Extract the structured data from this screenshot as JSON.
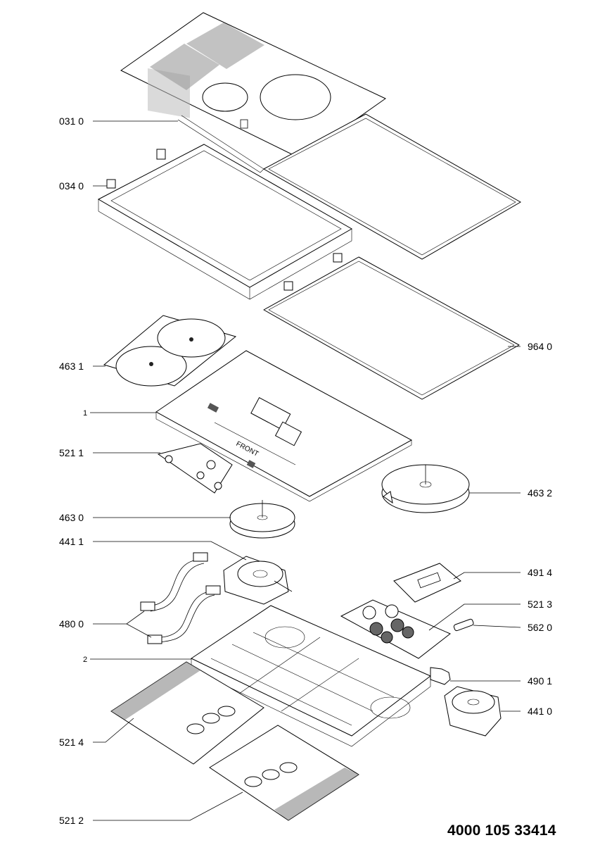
{
  "labels": [
    {
      "id": "l0310",
      "text": "031 0"
    },
    {
      "id": "l0340",
      "text": "034 0"
    },
    {
      "id": "l4631",
      "text": "463 1"
    },
    {
      "id": "l1",
      "text": "1"
    },
    {
      "id": "l5211",
      "text": "521 1"
    },
    {
      "id": "l4630",
      "text": "463 0"
    },
    {
      "id": "l4411",
      "text": "441 1"
    },
    {
      "id": "l4800",
      "text": "480 0"
    },
    {
      "id": "l2",
      "text": "2"
    },
    {
      "id": "l5214",
      "text": "521 4"
    },
    {
      "id": "l5212",
      "text": "521 2"
    },
    {
      "id": "l9640",
      "text": "964 0"
    },
    {
      "id": "l4632",
      "text": "463 2"
    },
    {
      "id": "l4914",
      "text": "491 4"
    },
    {
      "id": "l5213",
      "text": "521 3"
    },
    {
      "id": "l5620",
      "text": "562 0"
    },
    {
      "id": "l4901",
      "text": "490 1"
    },
    {
      "id": "l4410",
      "text": "441 0"
    }
  ],
  "stamp_text": "FRONT",
  "document_number": "4000 105 33414"
}
